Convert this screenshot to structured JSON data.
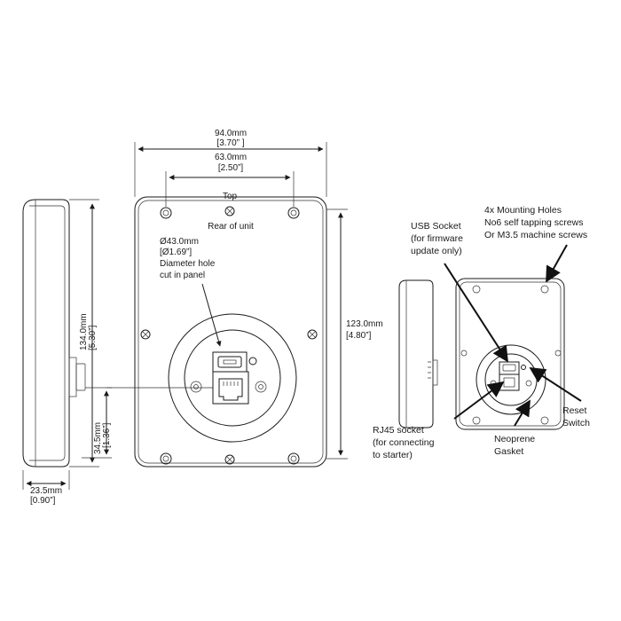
{
  "dims": {
    "width_mm": "94.0mm",
    "width_in": "[3.70” ]",
    "hole_spacing_mm": "63.0mm",
    "hole_spacing_in": "[2.50”]",
    "height_mm": "123.0mm",
    "height_in": "[4.80”]",
    "side_height_mm": "134.0mm",
    "side_height_in": "[5.30”]",
    "socket_offset_mm": "34.5mm",
    "socket_offset_in": "[1.36”]",
    "depth_mm": "23.5mm",
    "depth_in": "[0.90”]"
  },
  "front": {
    "top": "Top",
    "rear": "Rear of unit",
    "hole_1": "Ø43.0mm",
    "hole_2": "[Ø1.69”]",
    "hole_3": "Diameter hole",
    "hole_4": "cut in panel"
  },
  "callouts": {
    "mounting_1": "4x Mounting Holes",
    "mounting_2": "No6 self tapping screws",
    "mounting_3": "Or M3.5 machine screws",
    "usb_1": "USB Socket",
    "usb_2": "(for firmware",
    "usb_3": "update only)",
    "reset_1": "Reset",
    "reset_2": "Switch",
    "rj45_1": "RJ45 socket",
    "rj45_2": "(for connecting",
    "rj45_3": "to starter)",
    "gasket_1": "Neoprene",
    "gasket_2": "Gasket"
  }
}
